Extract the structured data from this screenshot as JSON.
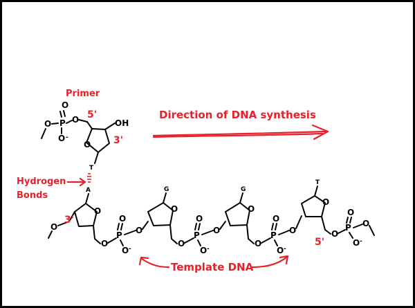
{
  "labels": {
    "primer": "Primer",
    "direction": "Direction of DNA synthesis",
    "hydrogen_line1": "Hydrogen",
    "hydrogen_line2": "Bonds",
    "template": "Template DNA",
    "primer_5prime": "5'",
    "primer_3prime": "3'",
    "template_3prime": "3'",
    "template_5prime": "5'"
  },
  "atoms": {
    "O": "O",
    "P": "P",
    "minus": "-",
    "OH": "OH",
    "H": "H"
  },
  "bases": {
    "primer": "T",
    "template_1": "A",
    "template_2": "G",
    "template_3": "G",
    "template_4": "T"
  },
  "colors": {
    "accent": "#e8202a",
    "structure": "#000000",
    "border": "#000000",
    "background": "#ffffff"
  }
}
